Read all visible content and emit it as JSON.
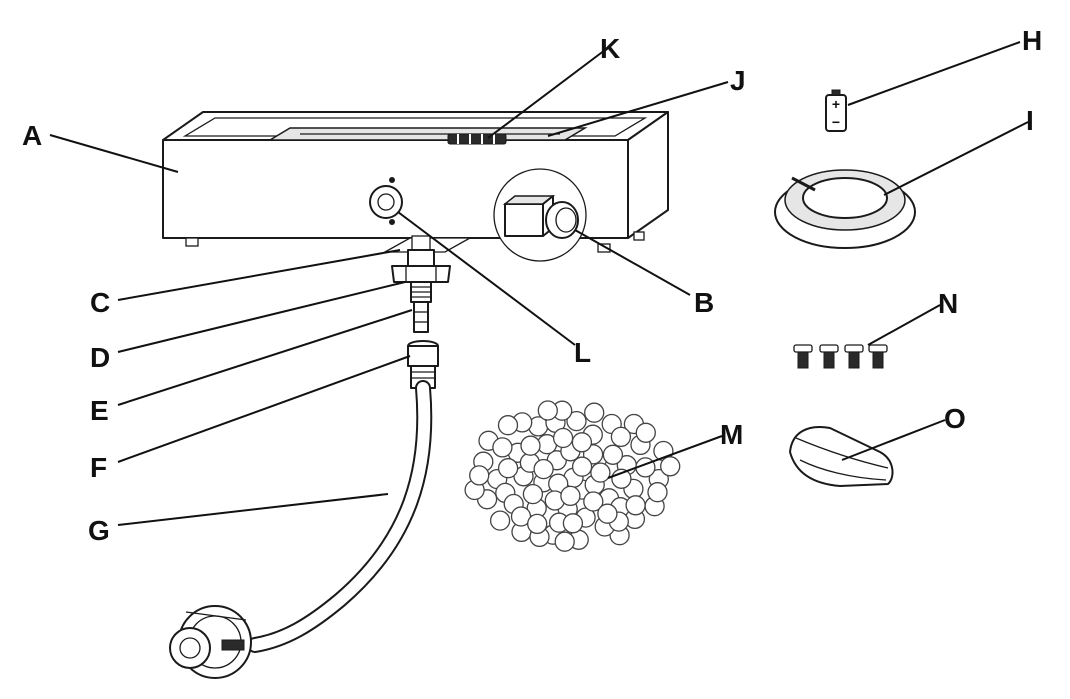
{
  "callouts": {
    "A": "A",
    "B": "B",
    "C": "C",
    "D": "D",
    "E": "E",
    "F": "F",
    "G": "G",
    "H": "H",
    "I": "I",
    "J": "J",
    "K": "K",
    "L": "L",
    "M": "M",
    "N": "N",
    "O": "O"
  },
  "parts": {
    "A": "burner-box",
    "B": "control-valve",
    "C": "mounting-plate",
    "D": "hex-nut-fitting",
    "E": "connector-stem",
    "F": "quick-connect-fitting",
    "G": "hose-and-regulator",
    "H": "battery",
    "I": "lid-ring",
    "J": "burner-tube",
    "K": "igniter",
    "L": "ignition-button",
    "M": "fire-glass-beads",
    "N": "screws",
    "O": "cover-bag"
  },
  "battery_symbols": {
    "plus": "+",
    "minus": "−"
  },
  "colors": {
    "ink": "#111111",
    "shade": "#e6e6e6",
    "background": "#ffffff"
  }
}
